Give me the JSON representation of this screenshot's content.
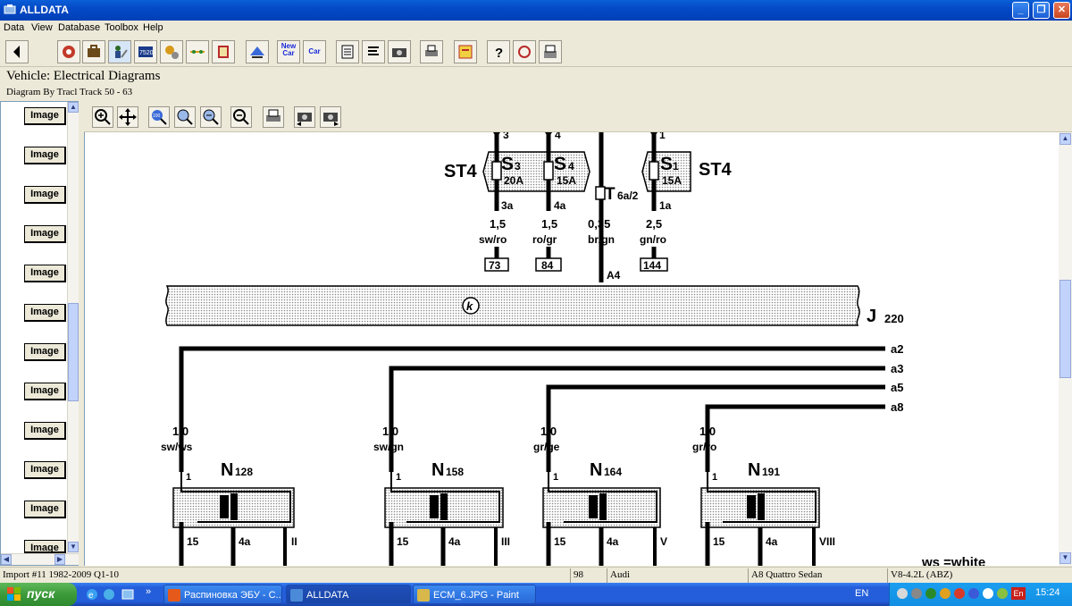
{
  "window": {
    "title": "ALLDATA",
    "minimize": "_",
    "restore": "❐",
    "close": "✕"
  },
  "menu": [
    "Data",
    "View",
    "Database",
    "Toolbox",
    "Help"
  ],
  "toolbar": {
    "new_car_1": "New Car",
    "new_car_2": "Car"
  },
  "vehicle_label": "Vehicle:  Electrical Diagrams",
  "diagram_info": "Diagram By Tracl  Track 50 - 63",
  "left_panel": {
    "button_label": "Image"
  },
  "diagram": {
    "fuse_box_left": "ST4",
    "fuse_box_right": "ST4",
    "fuses": [
      {
        "name": "S",
        "sub": "3",
        "rating": "20A",
        "pin_in": "3",
        "pin_out": "3a",
        "wire_size": "1,5",
        "wire_color": "sw/ro",
        "ref": "73"
      },
      {
        "name": "S",
        "sub": "4",
        "rating": "15A",
        "pin_in": "4",
        "pin_out": "4a",
        "wire_size": "1,5",
        "wire_color": "ro/gr",
        "ref": "84"
      },
      {
        "name": "S",
        "sub": "1",
        "rating": "15A",
        "pin_in": "1",
        "pin_out": "1a",
        "wire_size": "2,5",
        "wire_color": "gn/ro",
        "ref": "144"
      }
    ],
    "connector": {
      "name": "T",
      "sub": "6a/2",
      "wire_size": "0,35",
      "wire_color": "br/gn",
      "pin": "A4"
    },
    "ecu": {
      "name": "J",
      "sub": "220",
      "symbol": "k"
    },
    "bus_lines": [
      "a2",
      "a3",
      "a5",
      "a8"
    ],
    "injectors": [
      {
        "name": "N",
        "sub": "128",
        "wire_size": "1,0",
        "wire_color": "sw/ws",
        "pin_top": "1",
        "pins_bottom": [
          "15",
          "4a",
          "II"
        ]
      },
      {
        "name": "N",
        "sub": "158",
        "wire_size": "1,0",
        "wire_color": "sw/gn",
        "pin_top": "1",
        "pins_bottom": [
          "15",
          "4a",
          "III"
        ]
      },
      {
        "name": "N",
        "sub": "164",
        "wire_size": "1,0",
        "wire_color": "gr/ge",
        "pin_top": "1",
        "pins_bottom": [
          "15",
          "4a",
          "V"
        ]
      },
      {
        "name": "N",
        "sub": "191",
        "wire_size": "1,0",
        "wire_color": "gr/ro",
        "pin_top": "1",
        "pins_bottom": [
          "15",
          "4a",
          "VIII"
        ]
      }
    ],
    "legend": "ws =white"
  },
  "status": {
    "import": "Import #11 1982-2009 Q1-10",
    "num": "98",
    "make": "Audi",
    "model": "A8 Quattro Sedan",
    "engine": "V8-4.2L (ABZ)"
  },
  "taskbar": {
    "start": "пуск",
    "tasks": [
      {
        "label": "Распиновка ЭБУ - С...",
        "color": "#e55a1a"
      },
      {
        "label": "ALLDATA",
        "color": "#4a8ad8"
      },
      {
        "label": "ECM_6.JPG - Paint",
        "color": "#d8b84a"
      }
    ],
    "lang": "EN",
    "lang2": "En",
    "clock": "15:24"
  },
  "colors": {
    "accent": "#245edb",
    "chrome": "#ece9d8",
    "dots": "#d6d6d6"
  }
}
